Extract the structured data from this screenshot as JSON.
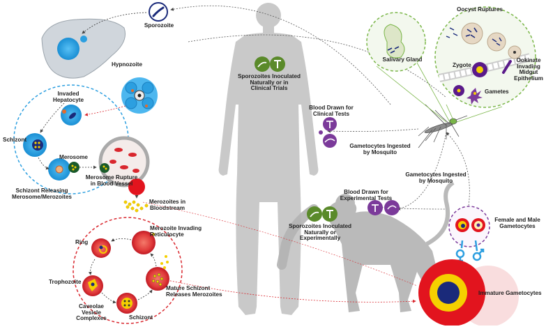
{
  "labels": {
    "sporozoite": "Sporozoite",
    "hypnozoite": "Hypnozoite",
    "invaded_hepatocyte": "Invaded\nHepatocyte",
    "schizont_liver": "Schizont",
    "merosome": "Merosome",
    "schizont_releasing": "Schizont Releasing\nMerosome/Merozoites",
    "merosome_rupture": "Merosome Rupture\nin Blood Vessel",
    "merozoites_bloodstream": "Merozoites in\nBloodstream",
    "merozoite_invading": "Merozoite Invading\nReticulocyte",
    "ring": "Ring",
    "trophozoite": "Trophozoite",
    "caveolae": "Caveolae\nVesicle\nComplexes",
    "schizont_blood": "Schizont",
    "mature_schizont": "Mature Schizont\nReleases Merozoites",
    "sporozoites_human": "Sporozoites Inoculated\nNaturally or in\nClinical Trials",
    "blood_clinical": "Blood Drawn for\nClinical Tests",
    "gametocytes_ingested_1": "Gametocytes Ingested\nby Mosquito",
    "gametocytes_ingested_2": "Gametocytes Ingested\nby Mosquito",
    "blood_experimental": "Blood Drawn for\nExperimental Tests",
    "sporozoites_monkey": "Sporozoites Inoculated\nNaturally or\nExperimentally",
    "oocyst_ruptures": "Oocyst Ruptures",
    "salivary_gland": "Salivary Gland",
    "zygote": "Zygote",
    "ookinate": "Ookinate\nInvading\nMidgut\nEpithelium",
    "gametes": "Gametes",
    "female_male": "Female and Male\nGametocytes",
    "immature_gametocytes": "Immature Gametocytes"
  },
  "colors": {
    "silhouette": "#c9c9c9",
    "green_badge": "#5a8a2a",
    "purple_badge": "#7b3a9a",
    "blue_cell": "#2c9fe0",
    "red_cell": "#d9272e",
    "mosquito_green": "#7ab648",
    "purple_dash": "#7b3a9a",
    "red_dash": "#d9272e",
    "blue_dash": "#2c9fe0"
  }
}
